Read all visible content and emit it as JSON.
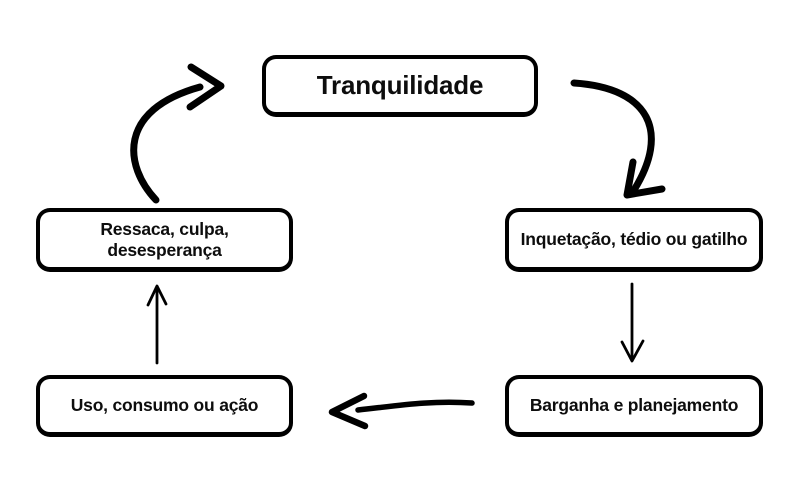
{
  "diagram": {
    "type": "cycle",
    "colors": {
      "background": "#ffffff",
      "node_fill": "#ffffff",
      "node_border": "#000000",
      "text": "#0d0d0d",
      "arrow": "#000000"
    },
    "nodes": [
      {
        "id": "tranquilidade",
        "label": "Tranquilidade",
        "position": "top-center"
      },
      {
        "id": "inquetacao",
        "label": "Inquetação, tédio ou gatilho",
        "position": "middle-right"
      },
      {
        "id": "barganha",
        "label": "Barganha e planejamento",
        "position": "bottom-right"
      },
      {
        "id": "uso",
        "label": "Uso, consumo ou ação",
        "position": "bottom-left"
      },
      {
        "id": "ressaca",
        "label": "Ressaca, culpa, desesperança",
        "position": "middle-left"
      }
    ],
    "edges": [
      {
        "from": "tranquilidade",
        "to": "inquetacao",
        "style": "curved-thick"
      },
      {
        "from": "inquetacao",
        "to": "barganha",
        "style": "straight-thin"
      },
      {
        "from": "barganha",
        "to": "uso",
        "style": "straight-thick"
      },
      {
        "from": "uso",
        "to": "ressaca",
        "style": "straight-thin"
      },
      {
        "from": "ressaca",
        "to": "tranquilidade",
        "style": "curved-thick"
      }
    ]
  }
}
